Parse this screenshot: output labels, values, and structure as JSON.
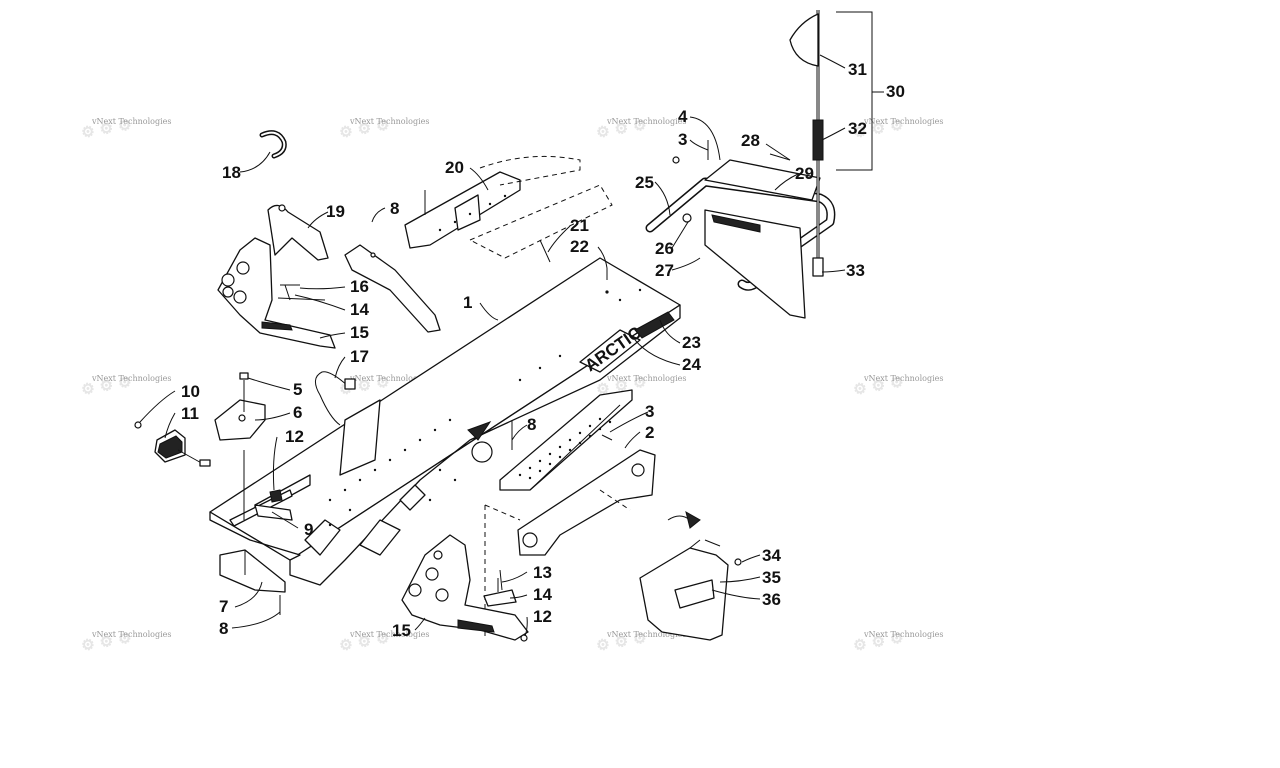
{
  "watermark": {
    "text": "vNext Technologies"
  },
  "callouts": [
    "1",
    "2",
    "3",
    "3",
    "4",
    "5",
    "6",
    "7",
    "8",
    "8",
    "8",
    "9",
    "10",
    "11",
    "12",
    "12",
    "13",
    "14",
    "14",
    "15",
    "15",
    "16",
    "17",
    "18",
    "19",
    "20",
    "21",
    "22",
    "23",
    "24",
    "25",
    "26",
    "27",
    "28",
    "29",
    "30",
    "31",
    "32",
    "33",
    "34",
    "35",
    "36"
  ]
}
